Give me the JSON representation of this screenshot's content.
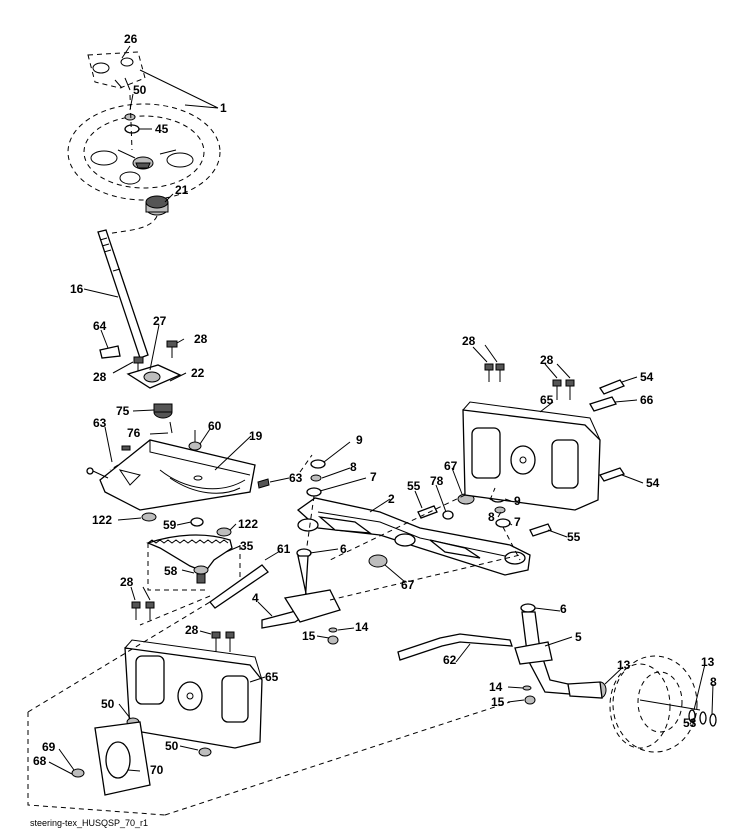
{
  "labels": {
    "l26": "26",
    "l1": "1",
    "l50a": "50",
    "l45": "45",
    "l21": "21",
    "l16": "16",
    "l64": "64",
    "l27": "27",
    "l28a": "28",
    "l28b": "28",
    "l22": "22",
    "l75": "75",
    "l76": "76",
    "l60": "60",
    "l63a": "63",
    "l19": "19",
    "l63b": "63",
    "l122a": "122",
    "l59": "59",
    "l122b": "122",
    "l35": "35",
    "l58": "58",
    "l61": "61",
    "l9a": "9",
    "l8a": "8",
    "l7a": "7",
    "l2": "2",
    "l55a": "55",
    "l78": "78",
    "l67a": "67",
    "l9b": "9",
    "l8b": "8",
    "l7b": "7",
    "l55b": "55",
    "l6a": "6",
    "l67b": "67",
    "l28c": "28",
    "l28d": "28",
    "l54a": "54",
    "l65a": "65",
    "l66": "66",
    "l54b": "54",
    "l28e": "28",
    "l4": "4",
    "l28f": "28",
    "l15a": "15",
    "l14a": "14",
    "l6b": "6",
    "l5": "5",
    "l62": "62",
    "l65b": "65",
    "l13a": "13",
    "l13b": "13",
    "l8c": "8",
    "l14b": "14",
    "l15b": "15",
    "l53": "53",
    "l50b": "50",
    "l50c": "50",
    "l69": "69",
    "l68": "68",
    "l70": "70"
  },
  "footer": "steering-tex_HUSQSP_70_r1"
}
